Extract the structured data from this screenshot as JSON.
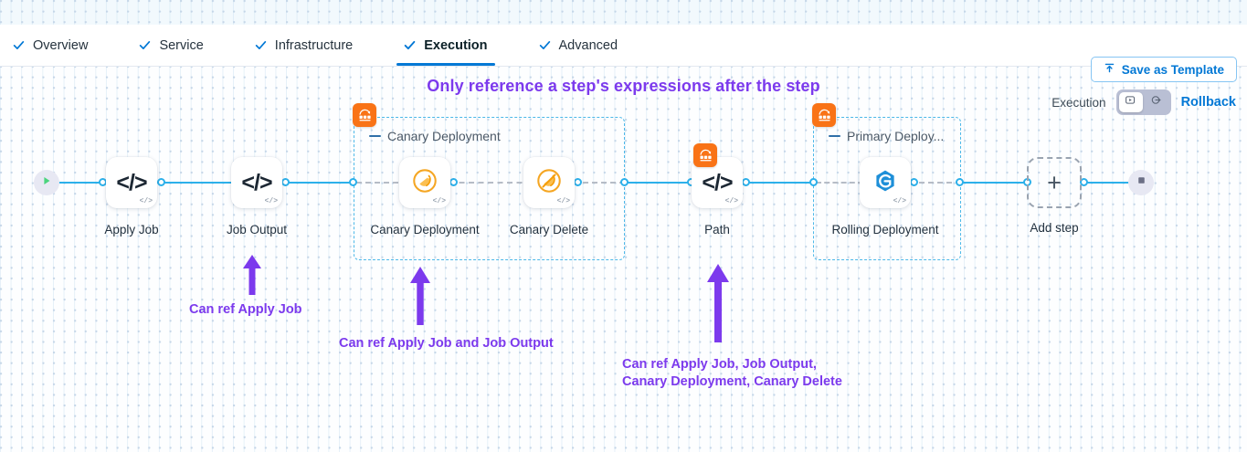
{
  "tabs": [
    {
      "label": "Overview",
      "active": false
    },
    {
      "label": "Service",
      "active": false
    },
    {
      "label": "Infrastructure",
      "active": false
    },
    {
      "label": "Execution",
      "active": true
    },
    {
      "label": "Advanced",
      "active": false
    }
  ],
  "toolbar": {
    "save_label": "Save as Template",
    "save_icon": "upload-icon"
  },
  "headline": "Only reference a step's expressions after the step",
  "mode_switch": {
    "execution_label": "Execution",
    "rollback_label": "Rollback",
    "execution_icon": "execution-play-icon",
    "rollback_icon": "rollback-arrow-icon",
    "selected": "Execution"
  },
  "pipeline": {
    "start_node": {
      "name": "start-node",
      "icon": "play-icon"
    },
    "end_node": {
      "name": "end-node",
      "icon": "stop-square-icon"
    },
    "add_step": {
      "label": "Add step",
      "icon": "plus-icon"
    },
    "nodes": [
      {
        "id": "apply-job",
        "label": "Apply Job",
        "icon": "code-icon",
        "mini": "</>"
      },
      {
        "id": "job-output",
        "label": "Job Output",
        "icon": "code-icon",
        "mini": "</>"
      },
      {
        "id": "canary-deployment",
        "label": "Canary Deployment",
        "icon": "canary-bird-icon",
        "mini": "</>"
      },
      {
        "id": "canary-delete",
        "label": "Canary Delete",
        "icon": "canary-bird-delete-icon",
        "mini": "</>"
      },
      {
        "id": "path",
        "label": "Path",
        "icon": "code-icon",
        "mini": "</>",
        "badge": "step-group-icon"
      },
      {
        "id": "rolling-deployment",
        "label": "Rolling Deployment",
        "icon": "rolling-deployment-icon",
        "mini": "</>"
      }
    ],
    "groups": [
      {
        "id": "canary-deployment-group",
        "title": "Canary Deployment",
        "badge": "step-group-icon"
      },
      {
        "id": "primary-deployment-group",
        "title": "Primary Deploy...",
        "badge": "step-group-icon"
      }
    ]
  },
  "annotations": [
    {
      "id": "anno-apply-job",
      "text": "Can ref Apply Job"
    },
    {
      "id": "anno-canary-deployment",
      "text": "Can ref Apply Job and Job Output"
    },
    {
      "id": "anno-path-line1",
      "text": "Can ref Apply Job, Job Output,"
    },
    {
      "id": "anno-path-line2",
      "text": "Canary Deployment, Canary Delete"
    }
  ],
  "colors": {
    "accent_blue": "#0278d5",
    "edge_blue": "#2cb0ea",
    "group_border": "#4cb8e8",
    "annotation_purple": "#7c3aed",
    "badge_orange": "#f97316"
  }
}
